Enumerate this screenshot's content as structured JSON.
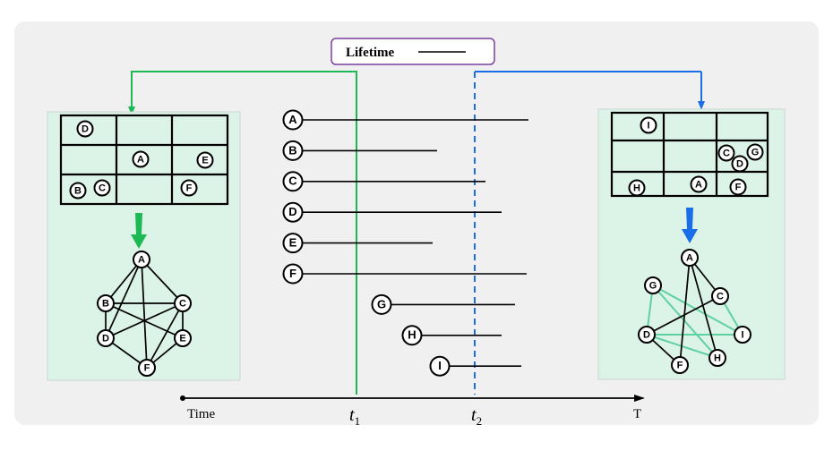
{
  "legend": {
    "label": "Lifetime"
  },
  "axis": {
    "start_label": "Time",
    "t1_main": "t",
    "t1_sub": "1",
    "t2_main": "t",
    "t2_sub": "2",
    "end_label": "T"
  },
  "colors": {
    "green": "#1db954",
    "blue": "#1a6ee8",
    "panel_fill": "#dcf3e8",
    "legend_border": "#7b3fa0",
    "background": "#f0f0f0",
    "edge_green": "#5fd0a0"
  },
  "lifetimes": [
    {
      "label": "A"
    },
    {
      "label": "B"
    },
    {
      "label": "C"
    },
    {
      "label": "D"
    },
    {
      "label": "E"
    },
    {
      "label": "F"
    },
    {
      "label": "G"
    },
    {
      "label": "H"
    },
    {
      "label": "I"
    }
  ],
  "left_panel": {
    "grid_nodes": [
      {
        "label": "D"
      },
      {
        "label": "A"
      },
      {
        "label": "E"
      },
      {
        "label": "B"
      },
      {
        "label": "C"
      },
      {
        "label": "F"
      }
    ],
    "graph_nodes": [
      {
        "label": "A"
      },
      {
        "label": "B"
      },
      {
        "label": "C"
      },
      {
        "label": "D"
      },
      {
        "label": "E"
      },
      {
        "label": "F"
      }
    ]
  },
  "right_panel": {
    "grid_nodes": [
      {
        "label": "I"
      },
      {
        "label": "C"
      },
      {
        "label": "G"
      },
      {
        "label": "D"
      },
      {
        "label": "H"
      },
      {
        "label": "A"
      },
      {
        "label": "F"
      }
    ],
    "graph_nodes": [
      {
        "label": "A"
      },
      {
        "label": "G"
      },
      {
        "label": "C"
      },
      {
        "label": "D"
      },
      {
        "label": "I"
      },
      {
        "label": "F"
      },
      {
        "label": "H"
      }
    ]
  }
}
